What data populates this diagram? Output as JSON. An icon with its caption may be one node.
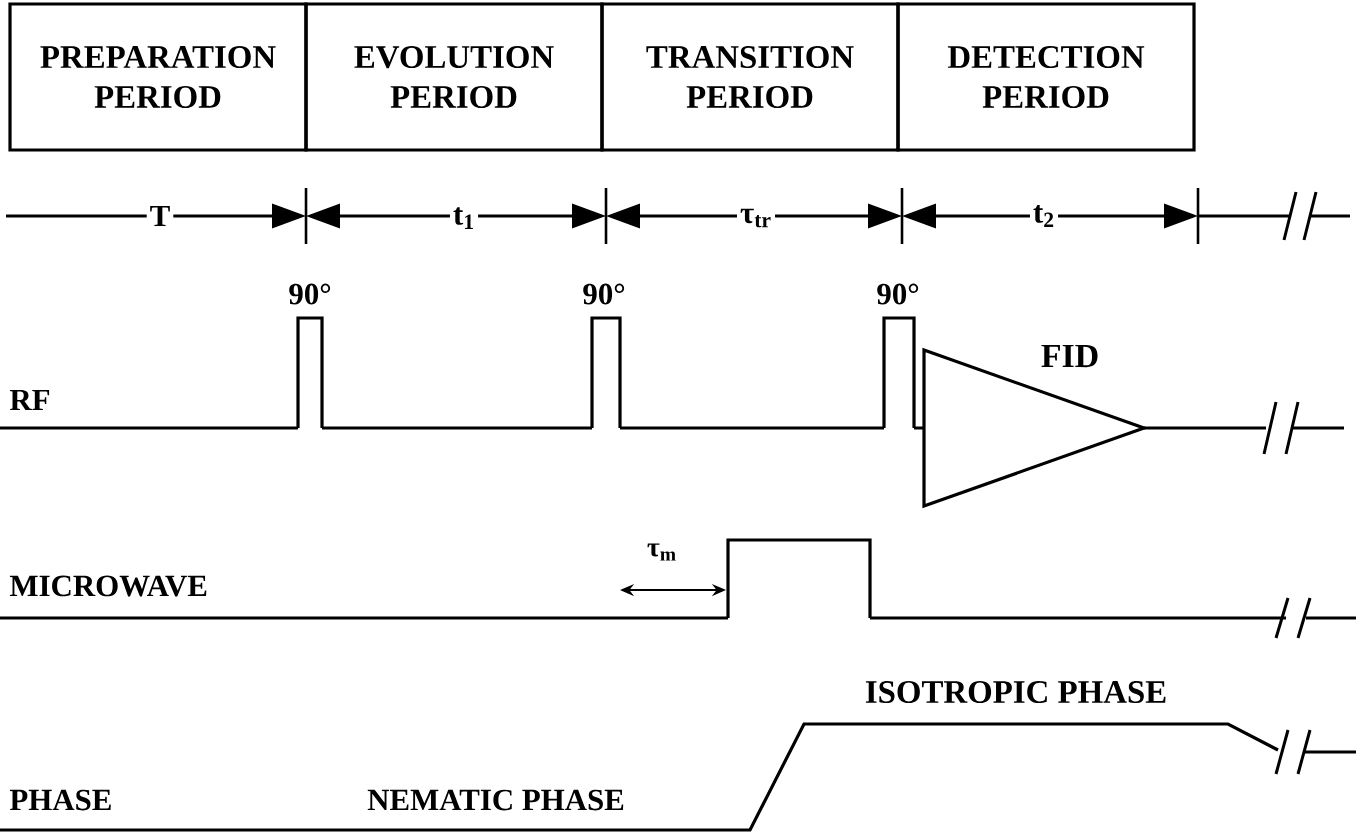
{
  "diagram": {
    "nodes": [
      {
        "text": [
          "PREPARATION PERIOD"
        ]
      },
      {
        "text": [
          "EVOLUTION PERIOD"
        ]
      },
      {
        "text": [
          "TRANSITION PERIOD"
        ]
      },
      {
        "text": [
          "DETECTION PERIOD"
        ]
      }
    ],
    "labels": [
      "T",
      "t$_{1}$",
      "τ$_{tr}$",
      "t$_{2}$",
      "90°",
      "90°",
      "90°",
      "FID",
      "RF",
      "τ$_{m}$",
      "MICROWAVE",
      "ISOTROPIC PHASE",
      "PHASE",
      "NEMATIC PHASE"
    ]
  }
}
